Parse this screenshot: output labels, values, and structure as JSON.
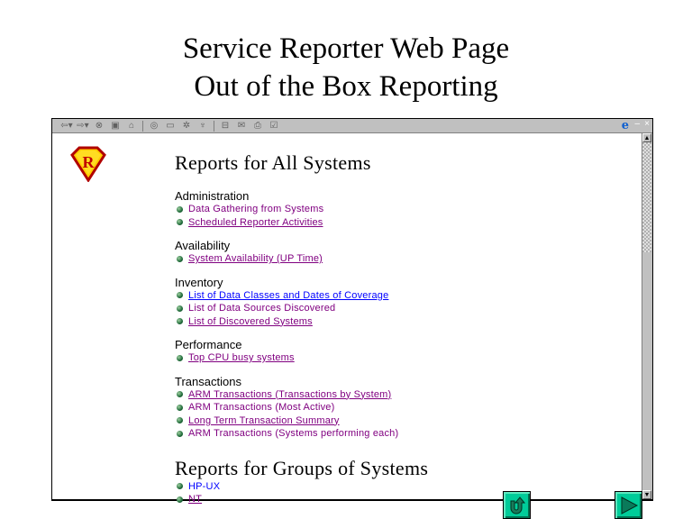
{
  "slide": {
    "title_line1": "Service Reporter Web Page",
    "title_line2": "Out of the Box Reporting"
  },
  "browser": {
    "toolbar_icons": [
      "back-icon",
      "forward-icon",
      "stop-icon",
      "refresh-icon",
      "home-icon",
      "search-icon",
      "favorites-icon",
      "history-icon",
      "channels-icon",
      "fullscreen-icon",
      "mail-icon",
      "print-icon",
      "edit-icon"
    ],
    "minimize_label": "–",
    "close_label": "×"
  },
  "page": {
    "heading_all": "Reports for All Systems",
    "sections": [
      {
        "label": "Administration",
        "items": [
          {
            "text": "Data Gathering from Systems",
            "color": "#800080",
            "underline": false
          },
          {
            "text": "Scheduled Reporter Activities",
            "color": "#800080",
            "underline": true
          }
        ]
      },
      {
        "label": "Availability",
        "items": [
          {
            "text": "System Availability (UP Time)",
            "color": "#800080",
            "underline": true
          }
        ]
      },
      {
        "label": "Inventory",
        "items": [
          {
            "text": "List of Data Classes and Dates of Coverage",
            "color": "#0000ff",
            "underline": true
          },
          {
            "text": "List of Data Sources Discovered",
            "color": "#800080",
            "underline": false
          },
          {
            "text": "List of Discovered Systems",
            "color": "#800080",
            "underline": true
          }
        ]
      },
      {
        "label": "Performance",
        "items": [
          {
            "text": "Top CPU busy systems",
            "color": "#800080",
            "underline": true
          }
        ]
      },
      {
        "label": "Transactions",
        "items": [
          {
            "text": "ARM Transactions (Transactions by System)",
            "color": "#800080",
            "underline": true
          },
          {
            "text": "ARM Transactions (Most Active)",
            "color": "#800080",
            "underline": false
          },
          {
            "text": "Long Term Transaction Summary",
            "color": "#800080",
            "underline": true
          },
          {
            "text": "ARM Transactions (Systems performing each)",
            "color": "#800080",
            "underline": false
          }
        ]
      }
    ],
    "heading_groups": "Reports for Groups of Systems",
    "groups": [
      {
        "text": "HP-UX",
        "color": "#0000ff",
        "underline": false
      },
      {
        "text": "NT",
        "color": "#800080",
        "underline": true
      }
    ]
  },
  "nav": {
    "back_icon": "u-turn-icon",
    "next_icon": "play-icon"
  }
}
